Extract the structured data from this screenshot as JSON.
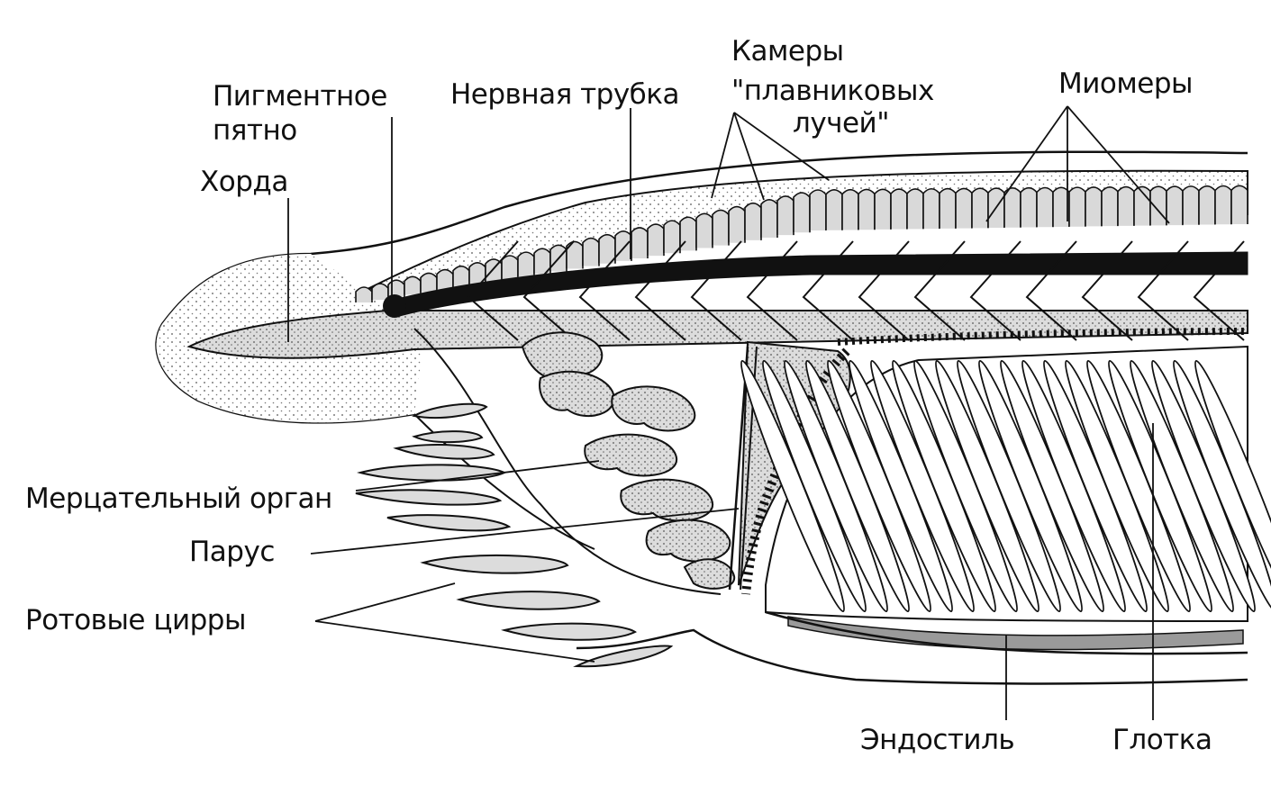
{
  "diagram": {
    "labels": {
      "pigment_spot_line1": "Пигментное",
      "pigment_spot_line2": "пятно",
      "notochord": "Хорда",
      "neural_tube": "Нервная трубка",
      "fin_chambers_line1": "Камеры",
      "fin_chambers_line2": "\"плавниковых",
      "fin_chambers_line3": "лучей\"",
      "myomeres": "Миомеры",
      "ciliated_organ": "Мерцательный орган",
      "velum": "Парус",
      "oral_cirri": "Ротовые цирры",
      "endostyle": "Эндостиль",
      "pharynx": "Глотка"
    },
    "colors": {
      "ink": "#111111",
      "stipple_fill": "#d9d9d9",
      "endostyle_fill": "#9a9a9a",
      "background": "#ffffff"
    }
  }
}
